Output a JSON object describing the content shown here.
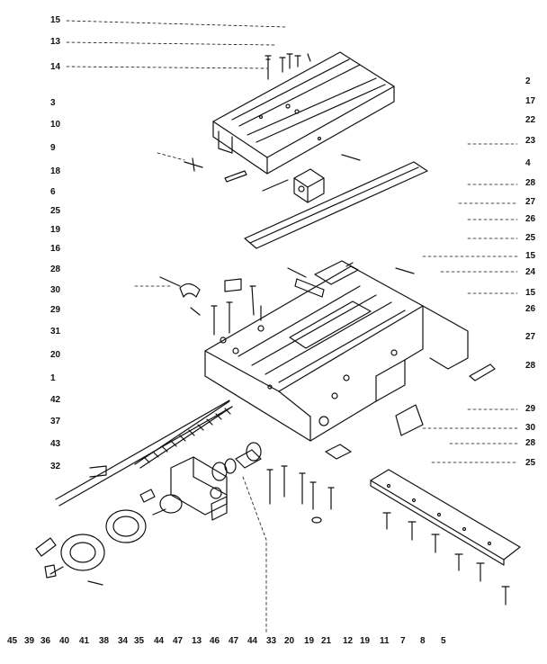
{
  "diagram": {
    "line_color": "#111111",
    "background": "#ffffff",
    "left_labels": [
      "15",
      "13",
      "14",
      "3",
      "10",
      "9",
      "18",
      "6",
      "25",
      "19",
      "16",
      "28",
      "30",
      "29",
      "31",
      "20",
      "1",
      "42",
      "37",
      "43",
      "32"
    ],
    "right_labels": [
      "2",
      "17",
      "22",
      "23",
      "4",
      "28",
      "27",
      "26",
      "25",
      "15",
      "24",
      "15",
      "26",
      "27",
      "28",
      "29",
      "30",
      "28",
      "25"
    ],
    "bottom_labels": [
      "45",
      "39",
      "36",
      "40",
      "41",
      "38",
      "34",
      "35",
      "44",
      "47",
      "13",
      "46",
      "47",
      "44",
      "33",
      "20",
      "19",
      "21",
      "12",
      "19",
      "11",
      "7",
      "8",
      "5"
    ]
  }
}
